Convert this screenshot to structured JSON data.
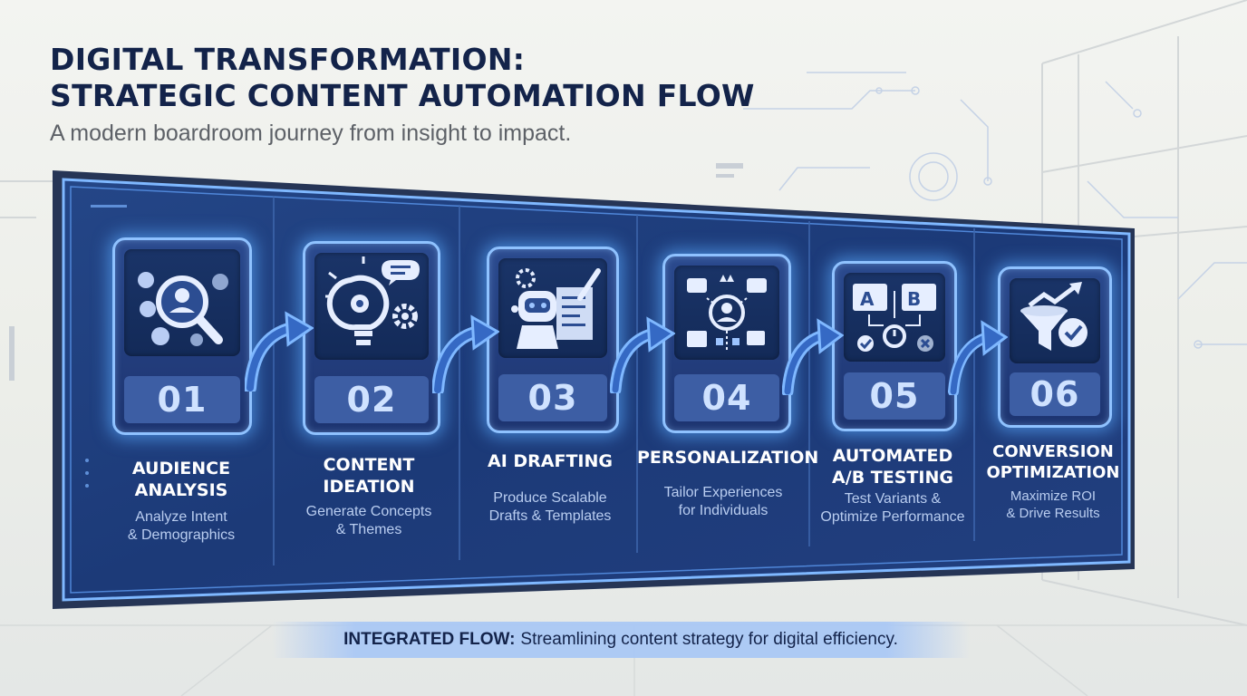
{
  "title_line1": "DIGITAL TRANSFORMATION:",
  "title_line2": "STRATEGIC CONTENT AUTOMATION FLOW",
  "subtitle": "A modern boardroom journey from insight to impact.",
  "steps": [
    {
      "number": "01",
      "label_line1": "AUDIENCE",
      "label_line2": "ANALYSIS",
      "desc_line1": "Analyze Intent",
      "desc_line2": "& Demographics",
      "icon": "magnifier-people-icon"
    },
    {
      "number": "02",
      "label_line1": "CONTENT",
      "label_line2": "IDEATION",
      "desc_line1": "Generate Concepts",
      "desc_line2": "& Themes",
      "icon": "lightbulb-gears-icon"
    },
    {
      "number": "03",
      "label_line1": "AI DRAFTING",
      "label_line2": "",
      "desc_line1": "Produce Scalable",
      "desc_line2": "Drafts & Templates",
      "icon": "robot-writing-icon"
    },
    {
      "number": "04",
      "label_line1": "PERSONALIZATION",
      "label_line2": "",
      "desc_line1": "Tailor Experiences",
      "desc_line2": "for Individuals",
      "icon": "user-network-icon"
    },
    {
      "number": "05",
      "label_line1": "AUTOMATED",
      "label_line2": "A/B TESTING",
      "desc_line1": "Test Variants &",
      "desc_line2": "Optimize Performance",
      "icon": "ab-test-icon"
    },
    {
      "number": "06",
      "label_line1": "CONVERSION",
      "label_line2": "OPTIMIZATION",
      "desc_line1": "Maximize ROI",
      "desc_line2": "& Drive Results",
      "icon": "funnel-check-icon"
    }
  ],
  "footer": {
    "bold": "INTEGRATED FLOW:",
    "text": "Streamlining content strategy for digital efficiency."
  },
  "colors": {
    "title": "#13234a",
    "card_border": "#8fc2ff",
    "screen": "#1f3a78",
    "glow": "#5aaaff"
  }
}
